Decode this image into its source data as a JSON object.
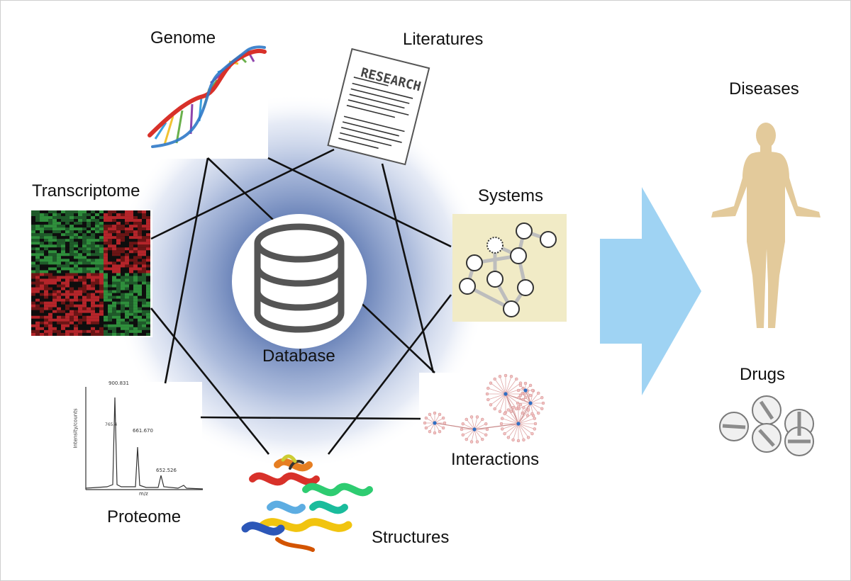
{
  "center": {
    "label": "Database",
    "icon": "database-icon"
  },
  "sources": {
    "genome": "Genome",
    "literatures": "Literatures",
    "transcriptome": "Transcriptome",
    "systems": "Systems",
    "proteome": "Proteome",
    "interactions": "Interactions",
    "structures": "Structures"
  },
  "outcomes": {
    "diseases": "Diseases",
    "drugs": "Drugs"
  },
  "research_doc": {
    "heading": "RESEARCH"
  },
  "spectrum": {
    "peak1": "900.831",
    "peak2": "661.670",
    "peak3": "652.526",
    "xlabel": "m/z",
    "ylabel": "Intensity/counts"
  },
  "colors": {
    "glow": "#8fa3cf",
    "arrow": "#9fd3f3",
    "body": "#e3ca9b",
    "systems_bg": "#f1ebc6",
    "dna_red": "#d8312a",
    "lines": "#111111",
    "database_icon": "#555555"
  }
}
